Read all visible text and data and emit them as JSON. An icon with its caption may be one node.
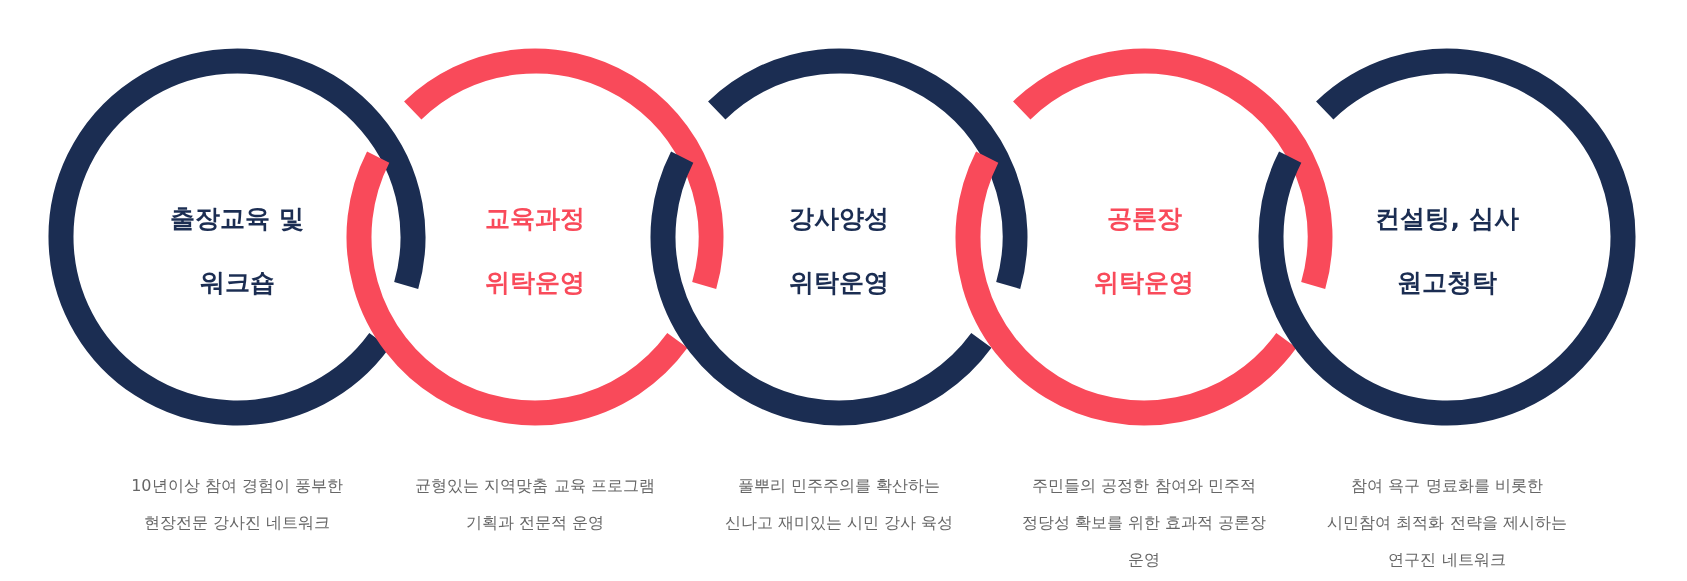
{
  "diagram": {
    "nodes": [
      {
        "text": [
          "출장교육 및 워크숍"
        ],
        "beside": [
          "10년이상 참여 경험이 풍부한 현장전문 강사진 네트워크"
        ]
      },
      {
        "text": [
          "교육과정 위탁운영"
        ],
        "beside": [
          "균형있는 지역맞춤 교육 프로그램 기획과 전문적 운영"
        ]
      },
      {
        "text": [
          "강사양성 위탁운영"
        ],
        "beside": [
          "풀뿌리 민주주의를 확산하는 신나고 재미있는 시민 강사 육성"
        ]
      },
      {
        "text": [
          "공론장 위탁운영"
        ],
        "beside": [
          "주민들의 공정한 참여와 민주적 정당성 확보를 위한 효과적 공론장 운영"
        ]
      },
      {
        "text": [
          "컨설팅, 심사 원고청탁"
        ],
        "beside": [
          "참여 욕구 명료화를 비롯한 시민참여 최적화 전략을 제시하는 연구진 네트워크"
        ]
      }
    ]
  }
}
